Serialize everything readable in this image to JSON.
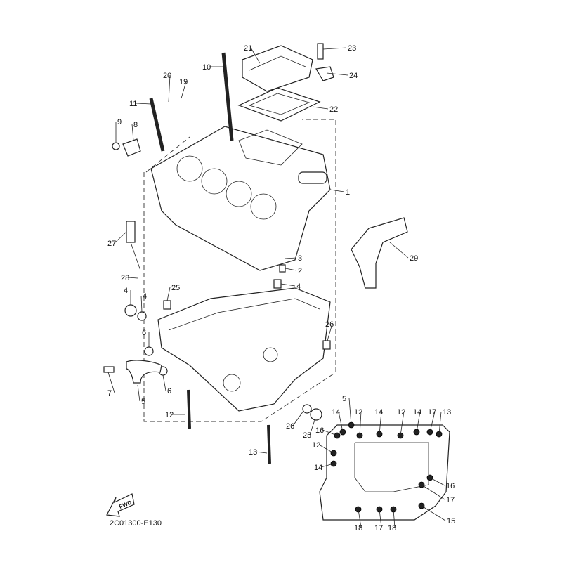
{
  "diagram": {
    "title": "Crankcase",
    "code": "2C01300-E130",
    "fwd_label": "FWD",
    "callouts": [
      "21",
      "23",
      "10",
      "24",
      "20",
      "19",
      "11",
      "22",
      "9",
      "8",
      "1",
      "27",
      "29",
      "3",
      "2",
      "28",
      "4",
      "25",
      "26",
      "4",
      "4",
      "6",
      "6",
      "7",
      "5",
      "12",
      "26",
      "25",
      "13"
    ],
    "inset_callouts": [
      "5",
      "14",
      "12",
      "14",
      "12",
      "14",
      "17",
      "13",
      "16",
      "12",
      "14",
      "16",
      "17",
      "15",
      "18",
      "17",
      "18"
    ]
  }
}
